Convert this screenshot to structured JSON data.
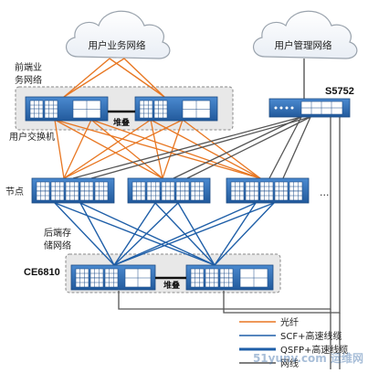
{
  "clouds": {
    "business": "用户业务网络",
    "management": "用户管理网络"
  },
  "zones": {
    "frontend_line1": "前端业",
    "frontend_line2": "务网络",
    "user_switch": "用户交换机",
    "nodes": "节点",
    "ellipsis": "...",
    "backend_line1": "后端存",
    "backend_line2": "储网络"
  },
  "devices": {
    "mgmt_switch": "S5752",
    "storage_switch": "CE6810",
    "stack_top": "堆叠",
    "stack_bottom": "堆叠"
  },
  "legend": {
    "items": [
      {
        "label": "光纤",
        "color": "#e87722"
      },
      {
        "label": "SCF+高速线缆",
        "color": "#1f5fa8"
      },
      {
        "label": "QSFP+高速线缆",
        "color": "#1f5fa8"
      },
      {
        "label": "网线",
        "color": "#555555"
      }
    ]
  },
  "watermark": "51yunv.com 运维网",
  "colors": {
    "fiber": "#e87722",
    "cable": "#1f5fa8",
    "ethernet": "#555555",
    "device_fill": "#2e6db4",
    "panel_border": "#888888"
  }
}
